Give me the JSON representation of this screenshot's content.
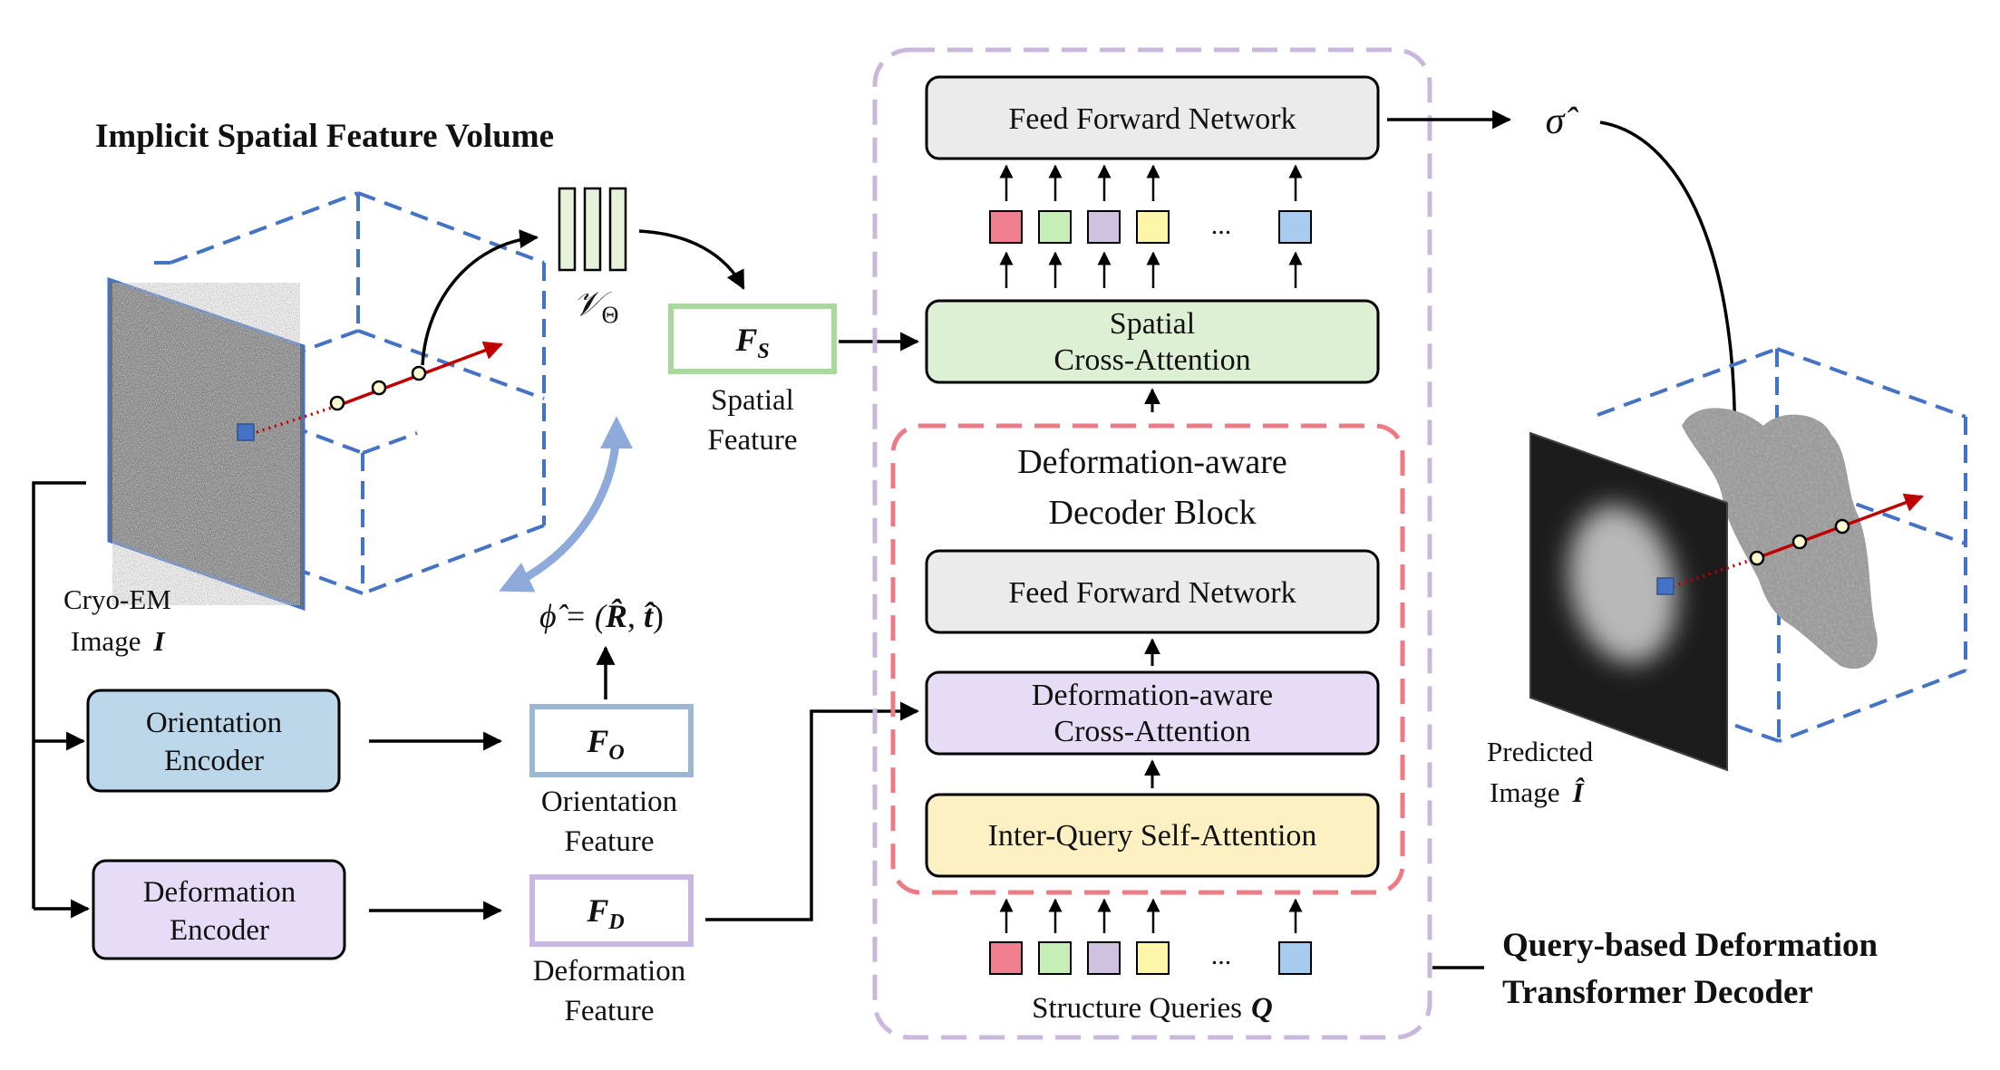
{
  "title_volume": "Implicit Spatial Feature Volume",
  "volume_symbol": "𝒱",
  "volume_subscript": "Θ",
  "cryo_label_line1": "Cryo-EM",
  "cryo_label_line2": "Image",
  "cryo_symbol": "I",
  "orientation_encoder": [
    "Orientation",
    "Encoder"
  ],
  "deformation_encoder": [
    "Deformation",
    "Encoder"
  ],
  "fs_symbol": "F",
  "fs_sub": "S",
  "fs_caption": [
    "Spatial",
    "Feature"
  ],
  "fo_symbol": "F",
  "fo_sub": "O",
  "fo_caption": [
    "Orientation",
    "Feature"
  ],
  "fd_symbol": "F",
  "fd_sub": "D",
  "fd_caption": [
    "Deformation",
    "Feature"
  ],
  "phi_equation": "ϕ̂ = (",
  "phi_R": "R̂",
  "phi_comma": ", ",
  "phi_t": "t̂",
  "phi_close": ")",
  "ffn_top": "Feed Forward Network",
  "spatial_cross_attention": [
    "Spatial",
    "Cross-Attention"
  ],
  "decoder_block_title": [
    "Deformation-aware",
    "Decoder Block"
  ],
  "ffn_inner": "Feed Forward Network",
  "deform_cross_attention": [
    "Deformation-aware",
    "Cross-Attention"
  ],
  "inter_query": "Inter-Query Self-Attention",
  "ellipsis": "...",
  "structure_queries": "Structure Queries",
  "structure_symbol": "Q",
  "sigma_hat": "σ̂",
  "predicted_label_line1": "Predicted",
  "predicted_label_line2": "Image",
  "predicted_symbol": "Î",
  "decoder_title": [
    "Query-based Deformation",
    "Transformer Decoder"
  ],
  "colors": {
    "dash_blue": "#4472c4",
    "purple_outline": "#c9b8dc",
    "red_dash": "#ee7a86",
    "ffn_fill": "#ebebeb",
    "spatial_fill": "#ddf0d4",
    "deform_fill": "#e6dcf5",
    "inter_fill": "#fdf1c4",
    "orient_fill": "#b9d6ea",
    "fs_border": "#a8d99a",
    "fo_border": "#9db7d3",
    "fd_border": "#c9b6e3",
    "ray_red": "#c00000",
    "tok_red": "#f08090",
    "tok_green": "#c6efb8",
    "tok_purple": "#cfc2e0",
    "tok_yellow": "#fdf5a8",
    "tok_blue": "#a8ccf0"
  }
}
